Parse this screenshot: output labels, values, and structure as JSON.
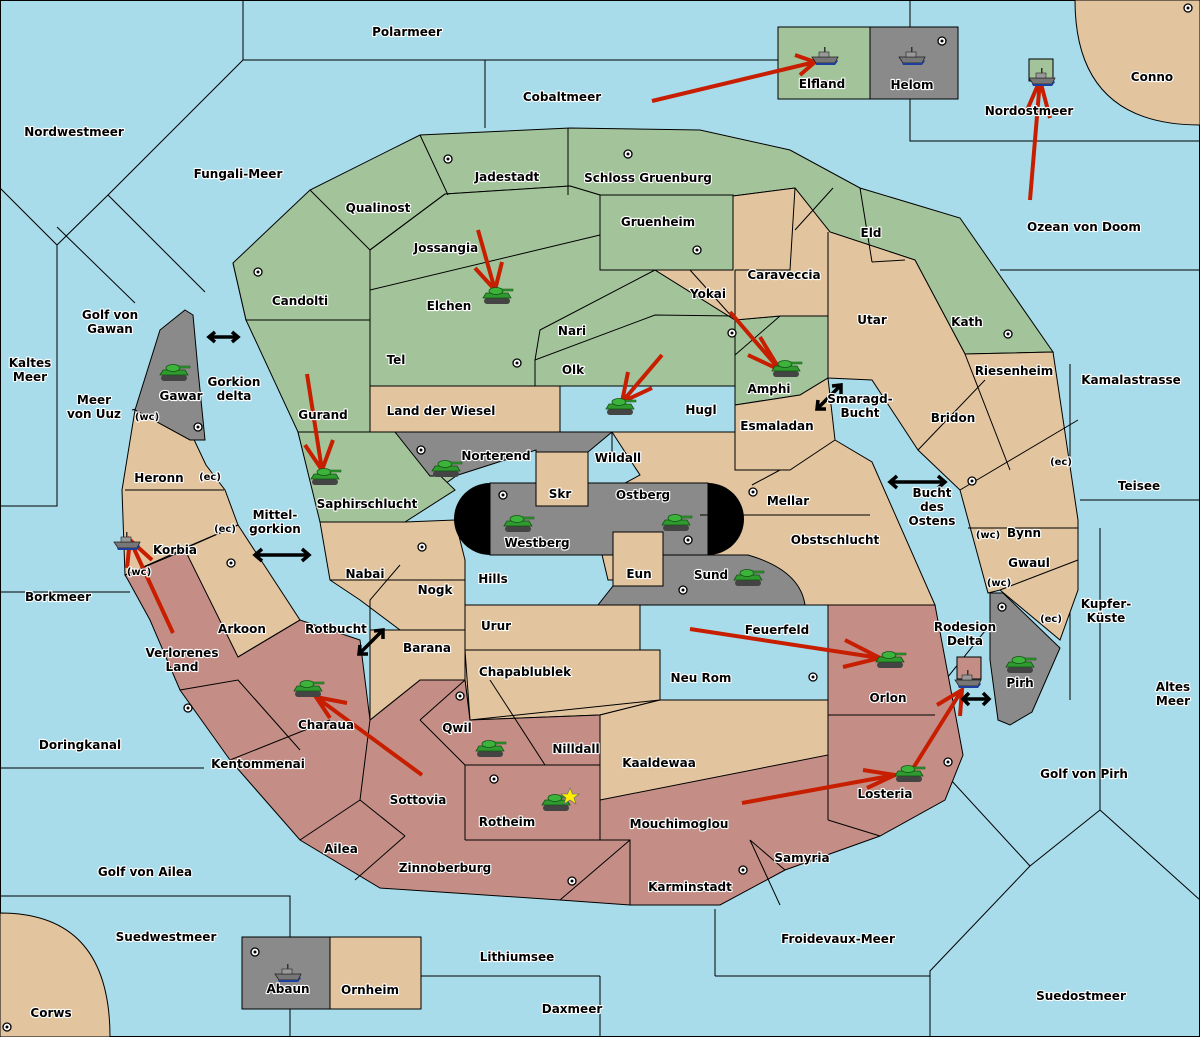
{
  "title": "Diplomacy Map",
  "colors": {
    "sea": "#a8dcea",
    "faction_green": "#a3c49a",
    "neutral_tan": "#e2c59f",
    "faction_red": "#c48e86",
    "faction_grey": "#8a8a8a",
    "order_arrow": "#c81e00"
  },
  "seas": {
    "polarmeer": "Polarmeer",
    "cobaltmeer": "Cobaltmeer",
    "nordwestmeer": "Nordwestmeer",
    "fungali": "Fungali-Meer",
    "nordostmeer": "Nordostmeer",
    "ozean": "Ozean von Doom",
    "golf_gawan": "Golf von\nGawan",
    "kaltes": "Kaltes\nMeer",
    "uuz": "Meer\nvon Uuz",
    "gorkion": "Gorkion\ndelta",
    "mittel": "Mittel-\ngorkion",
    "borkmeer": "Borkmeer",
    "rotbucht": "Rotbucht",
    "doringkanal": "Doringkanal",
    "golf_ailea": "Golf von Ailea",
    "suedwestmeer": "Suedwestmeer",
    "lithiumsee": "Lithiumsee",
    "daxmeer": "Daxmeer",
    "froidevaux": "Froidevaux-Meer",
    "suedostmeer": "Suedostmeer",
    "golf_pirh": "Golf von Pirh",
    "altes": "Altes\nMeer",
    "kupfer": "Kupfer-\nKüste",
    "teisee": "Teisee",
    "kamala": "Kamalastrasse",
    "smaragd": "Smaragd-\nBucht",
    "bucht_ostens": "Bucht\ndes\nOstens",
    "rodesion": "Rodesion\nDelta"
  },
  "lands": {
    "elfland": "Elfland",
    "helom": "Helom",
    "conno": "Conno",
    "corws": "Corws",
    "abaun": "Abaun",
    "ornheim": "Ornheim",
    "jadestadt": "Jadestadt",
    "schloss": "Schloss Gruenburg",
    "qualinost": "Qualinost",
    "gruenheim": "Gruenheim",
    "jossangia": "Jossangia",
    "candolti": "Candolti",
    "elchen": "Elchen",
    "eld": "Eld",
    "caraveccia": "Caraveccia",
    "yokai": "Yokai",
    "nari": "Nari",
    "utar": "Utar",
    "kath": "Kath",
    "tel": "Tel",
    "olk": "Olk",
    "amphi": "Amphi",
    "gurand": "Gurand",
    "wiesel": "Land der Wiesel",
    "hugl": "Hugl",
    "riesenheim": "Riesenheim",
    "gawar": "Gawar",
    "bridon": "Bridon",
    "esmaladan": "Esmaladan",
    "norterend": "Norterend",
    "wildall": "Wildall",
    "skr": "Skr",
    "heronn": "Heronn",
    "saphir": "Saphirschlucht",
    "ostberg": "Ostberg",
    "mellar": "Mellar",
    "westberg": "Westberg",
    "korbia": "Korbia",
    "bynn": "Bynn",
    "obst": "Obstschlucht",
    "nabai": "Nabai",
    "eun": "Eun",
    "sund": "Sund",
    "gwaul": "Gwaul",
    "hills": "Hills",
    "nogk": "Nogk",
    "arkoon": "Arkoon",
    "urur": "Urur",
    "feuerfeld": "Feuerfeld",
    "barana": "Barana",
    "verlorenes": "Verlorenes\nLand",
    "chapa": "Chapablublek",
    "neurom": "Neu Rom",
    "pirh": "Pirh",
    "orlon": "Orlon",
    "charaua": "Charaua",
    "qwil": "Qwil",
    "nilldall": "Nilldall",
    "kentommenai": "Kentommenai",
    "kaaldewaa": "Kaaldewaa",
    "sottovia": "Sottovia",
    "losteria": "Losteria",
    "rotheim": "Rotheim",
    "mouchi": "Mouchimoglou",
    "ailea": "Ailea",
    "samyria": "Samyria",
    "zinnoberburg": "Zinnoberburg",
    "karminstadt": "Karminstadt"
  },
  "coast_labels": {
    "wc": "(wc)",
    "ec": "(ec)"
  },
  "units": [
    {
      "type": "fleet",
      "province": "Elfland"
    },
    {
      "type": "fleet",
      "province": "Helom"
    },
    {
      "type": "fleet",
      "province": "Nordostmeer"
    },
    {
      "type": "army",
      "province": "Elchen"
    },
    {
      "type": "army",
      "province": "Gawar"
    },
    {
      "type": "army",
      "province": "Amphi"
    },
    {
      "type": "army",
      "province": "Hugl"
    },
    {
      "type": "army",
      "province": "Saphirschlucht"
    },
    {
      "type": "army",
      "province": "Norterend"
    },
    {
      "type": "army",
      "province": "Westberg"
    },
    {
      "type": "army",
      "province": "Ostberg"
    },
    {
      "type": "army",
      "province": "Sund"
    },
    {
      "type": "fleet",
      "province": "Korbia"
    },
    {
      "type": "army",
      "province": "Charaua"
    },
    {
      "type": "army",
      "province": "Orlon"
    },
    {
      "type": "army",
      "province": "Pirh"
    },
    {
      "type": "fleet",
      "province": "Rodesion Delta"
    },
    {
      "type": "army",
      "province": "Qwil"
    },
    {
      "type": "army",
      "province": "Rotheim"
    },
    {
      "type": "army",
      "province": "Losteria"
    },
    {
      "type": "fleet",
      "province": "Abaun"
    }
  ]
}
